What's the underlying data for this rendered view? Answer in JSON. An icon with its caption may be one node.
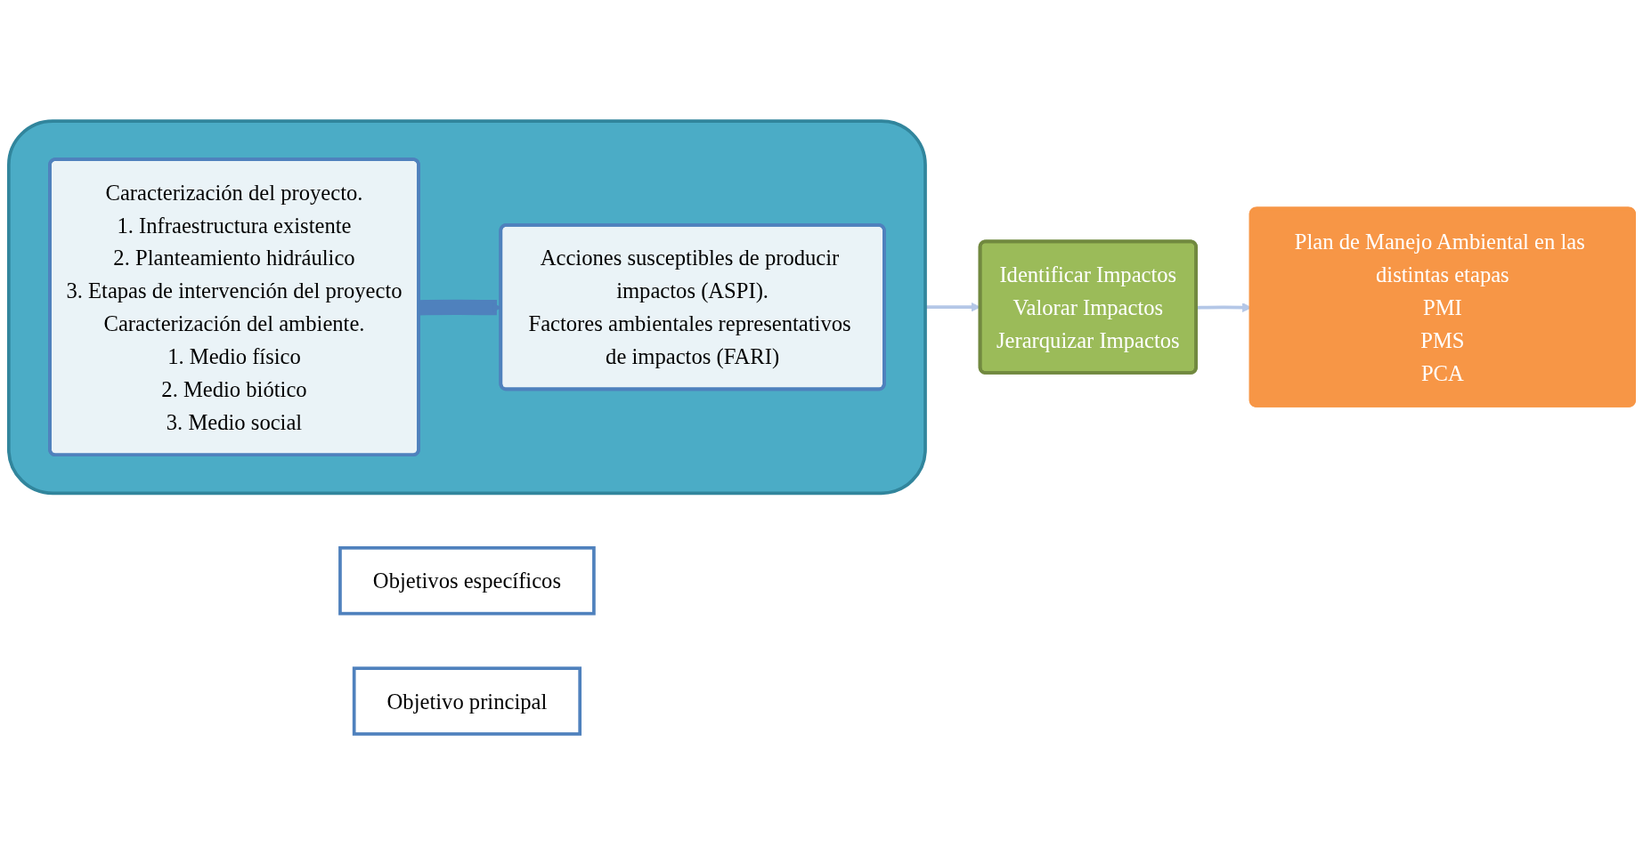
{
  "diagram": {
    "nodes": [
      {
        "text": [],
        "shape": "box"
      },
      {
        "text": [
          "Caracterización del proyecto.",
          "1. Infraestructura existente",
          "2. Planteamiento hidráulico",
          "3. Etapas de intervención del proyecto",
          "Caracterización del ambiente.",
          "1. Medio físico",
          "2. Medio biótico",
          "3. Medio social"
        ],
        "in": 0
      },
      {
        "text": [
          "Acciones susceptibles de producir impactos (ASPI).",
          "Factores ambientales representativos de impactos (FARI)"
        ],
        "in": 0
      },
      {
        "text": [
          "Objetivos específicos"
        ]
      },
      {
        "text": [
          "Identificar Impactos",
          "Valorar Impactos",
          "Jerarquizar Impactos"
        ]
      },
      {
        "text": [
          "Plan de Manejo Ambiental en las distintas etapas",
          "PMI",
          "PMS",
          "PCA"
        ]
      },
      {
        "text": [
          "Objetivo principal"
        ]
      }
    ],
    "edges": [
      {
        "from": 1,
        "to": 2,
        "arrow": "to",
        "style": "thick",
        "color": "#4f81bd"
      },
      {
        "from": 0,
        "to": 4,
        "arrow": "to"
      },
      {
        "from": 4,
        "to": 5,
        "arrow": "to"
      }
    ]
  }
}
